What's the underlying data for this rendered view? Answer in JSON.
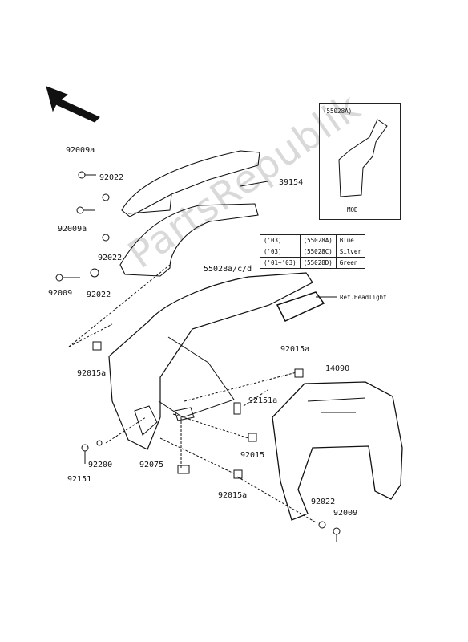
{
  "watermark": "PartsRepublik",
  "inset": {
    "part": "(55028A)",
    "note": "MOD"
  },
  "color_table": [
    {
      "year": "('03)",
      "part": "(55028A)",
      "color": "Blue"
    },
    {
      "year": "('03)",
      "part": "(55028C)",
      "color": "Silver"
    },
    {
      "year": "('01~'03)",
      "part": "(55028D)",
      "color": "Green"
    }
  ],
  "labels": {
    "p92009a_top": "92009a",
    "p92022_top": "92022",
    "p92009a_mid": "92009a",
    "p92022_mid": "92022",
    "p92009": "92009",
    "p92022_low": "92022",
    "p39154": "39154",
    "p55028": "55028a/c/d",
    "ref_headlight": "Ref.Headlight",
    "p92015a_left": "92015a",
    "p92015a_right": "92015a",
    "p14090": "14090",
    "p92151a": "92151a",
    "p92015": "92015",
    "p92200": "92200",
    "p92151": "92151",
    "p92075": "92075",
    "p92015a_bottom": "92015a",
    "p92022_bottom": "92022",
    "p92009_bottom": "92009"
  }
}
